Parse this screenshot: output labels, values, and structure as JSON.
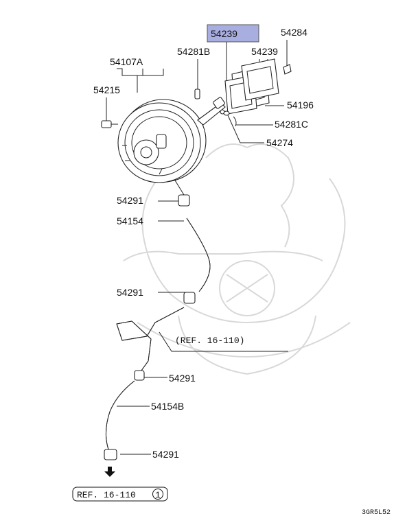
{
  "labels": {
    "p54239_hl": "54239",
    "p54284": "54284",
    "p54281B": "54281B",
    "p54239": "54239",
    "p54107A": "54107A",
    "p54215": "54215",
    "p54196": "54196",
    "p54281C": "54281C",
    "p54274": "54274",
    "p54291_a": "54291",
    "p54154": "54154",
    "p54291_b": "54291",
    "ref_mid": "(REF. 16-110)",
    "p54291_c": "54291",
    "p54154B": "54154B",
    "p54291_d": "54291",
    "ref_bottom": "REF. 16-110",
    "ref_bottom_num": "1",
    "diagram_code": "3GR5L52"
  },
  "colors": {
    "highlight": "#a9aee0",
    "line": "#222222",
    "watermark": "#d8d8d8"
  }
}
